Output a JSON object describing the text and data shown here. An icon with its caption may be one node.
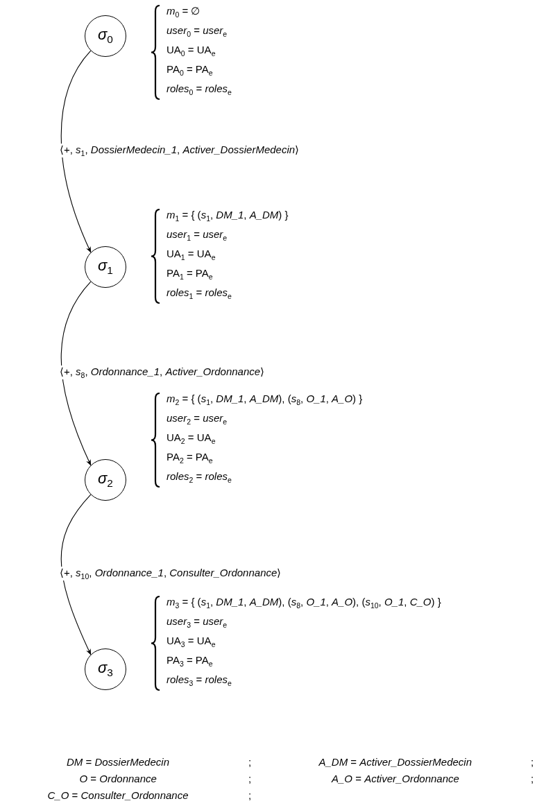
{
  "diagram": {
    "nodes": [
      {
        "text": [
          "*σ*$_{0}$"
        ],
        "beside": [
          "*m*$_{0}$ = ∅",
          "*user*$_{0}$ = *user*$_{e}$",
          "UA$_{0}$ = UA$_{e}$",
          "PA$_{0}$ = PA$_{e}$",
          "*roles*$_{0}$ = *roles*$_{e}$"
        ]
      },
      {
        "text": [
          "*σ*$_{1}$"
        ],
        "beside": [
          "*m*$_{1}$ = { (*s*$_{1}$, *DM_1*, *A_DM*) }",
          "*user*$_{1}$ = *user*$_{e}$",
          "UA$_{1}$ = UA$_{e}$",
          "PA$_{1}$ = PA$_{e}$",
          "*roles*$_{1}$ = *roles*$_{e}$"
        ]
      },
      {
        "text": [
          "*σ*$_{2}$"
        ],
        "beside": [
          "*m*$_{2}$ = { (*s*$_{1}$, *DM_1*, *A_DM*), (*s*$_{8}$, *O_1*, *A_O*) }",
          "*user*$_{2}$ = *user*$_{e}$",
          "UA$_{2}$ = UA$_{e}$",
          "PA$_{2}$ = PA$_{e}$",
          "*roles*$_{2}$ = *roles*$_{e}$"
        ]
      },
      {
        "text": [
          "*σ*$_{3}$"
        ],
        "beside": [
          "*m*$_{3}$ = { (*s*$_{1}$, *DM_1*, *A_DM*), (*s*$_{8}$, *O_1*, *A_O*), (*s*$_{10}$, *O_1*, *C_O*) }",
          "*user*$_{3}$ = *user*$_{e}$",
          "UA$_{3}$ = UA$_{e}$",
          "PA$_{3}$ = PA$_{e}$",
          "*roles*$_{3}$ = *roles*$_{e}$"
        ]
      }
    ],
    "edges": [
      {
        "from": 0,
        "to": 1,
        "arrow": "to",
        "label": "⟨+, *s*$_{1}$, *DossierMedecin_1*, *Activer_DossierMedecin*⟩"
      },
      {
        "from": 1,
        "to": 2,
        "arrow": "to",
        "label": "⟨+, *s*$_{8}$, *Ordonnance_1*, *Activer_Ordonnance*⟩"
      },
      {
        "from": 2,
        "to": 3,
        "arrow": "to",
        "label": "⟨+, *s*$_{10}$, *Ordonnance_1*, *Consulter_Ordonnance*⟩"
      }
    ],
    "labels": [
      "*DM* = *DossierMedecin*",
      ";",
      "*A_DM* = *Activer_DossierMedecin*",
      ";",
      "*O* = *Ordonnance*",
      ";",
      "*A_O* = *Activer_Ordonnance*",
      ";",
      "*C_O* = *Consulter_Ordonnance*",
      ";"
    ]
  }
}
